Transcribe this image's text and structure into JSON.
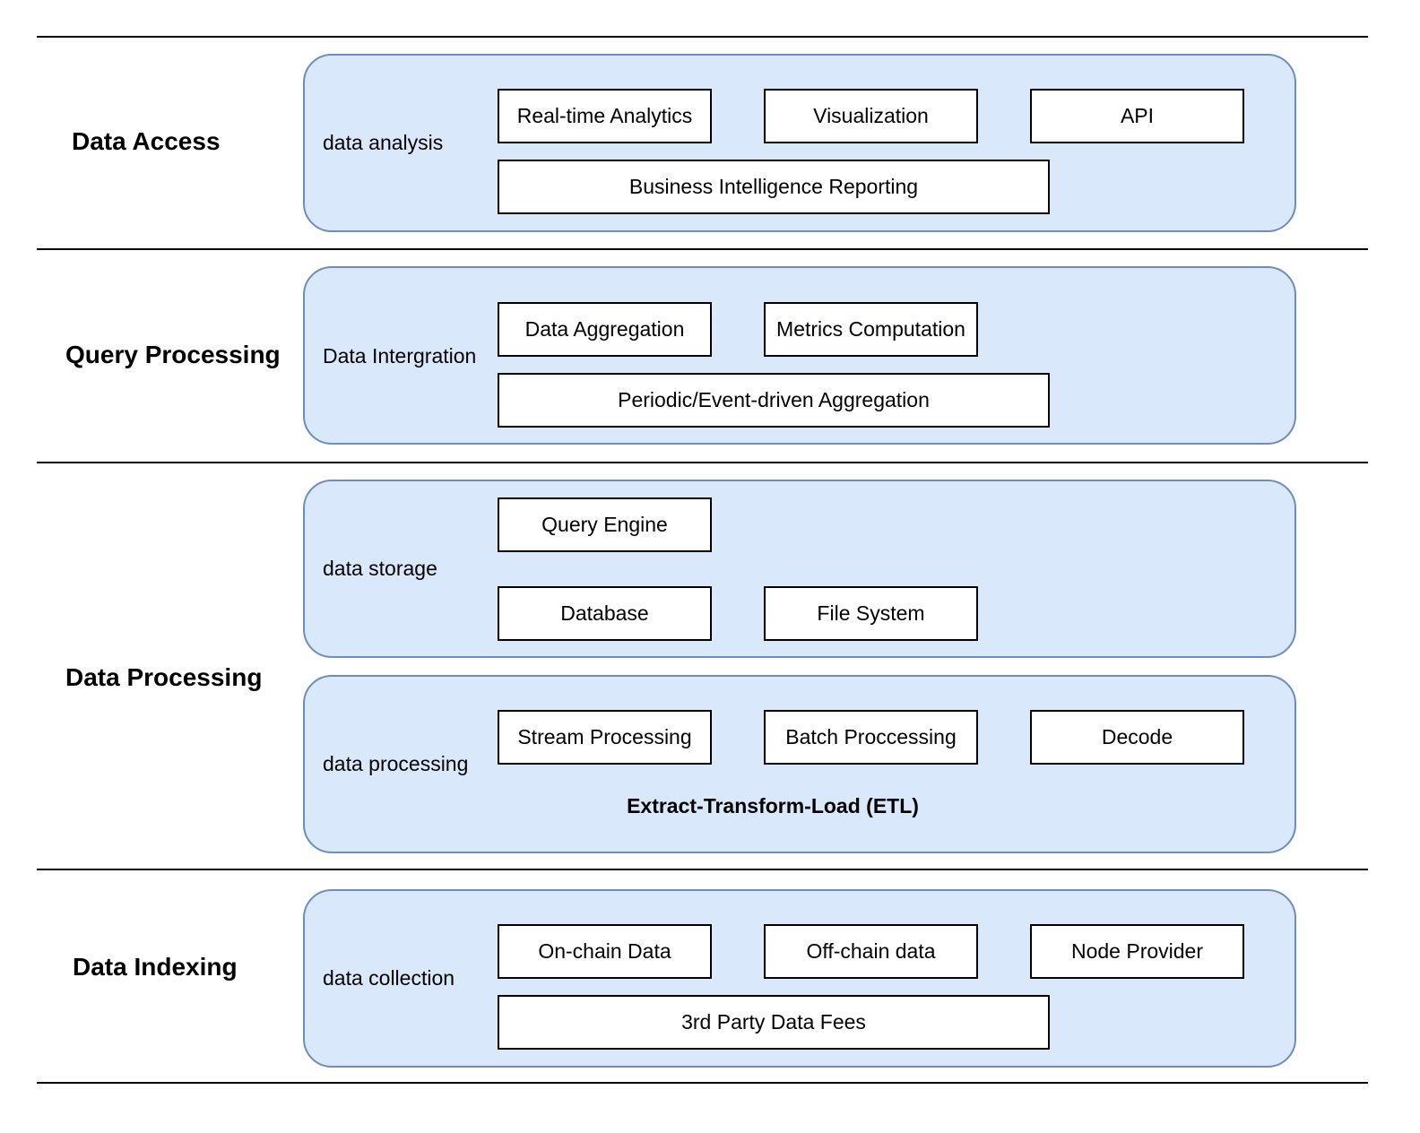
{
  "layers": {
    "data_access": {
      "title": "Data Access",
      "panel_label": "data analysis",
      "boxes": [
        "Real-time Analytics",
        "Visualization",
        "API",
        "Business Intelligence Reporting"
      ]
    },
    "query_processing": {
      "title": "Query Processing",
      "panel_label": "Data Intergration",
      "boxes": [
        "Data Aggregation",
        "Metrics Computation",
        "Periodic/Event-driven Aggregation"
      ]
    },
    "data_processing": {
      "title": "Data Processing",
      "storage": {
        "panel_label": "data storage",
        "boxes": [
          "Query Engine",
          "Database",
          "File System"
        ]
      },
      "processing": {
        "panel_label": "data processing",
        "boxes": [
          "Stream Processing",
          "Batch Proccessing",
          "Decode"
        ],
        "caption": "Extract-Transform-Load (ETL)"
      }
    },
    "data_indexing": {
      "title": "Data Indexing",
      "panel_label": "data collection",
      "boxes": [
        "On-chain Data",
        "Off-chain data",
        "Node Provider",
        "3rd Party Data Fees"
      ]
    }
  },
  "colors": {
    "panel_fill": "#dae8fc",
    "panel_border": "#6c8ebf",
    "box_fill": "#ffffff",
    "line": "#000000"
  }
}
